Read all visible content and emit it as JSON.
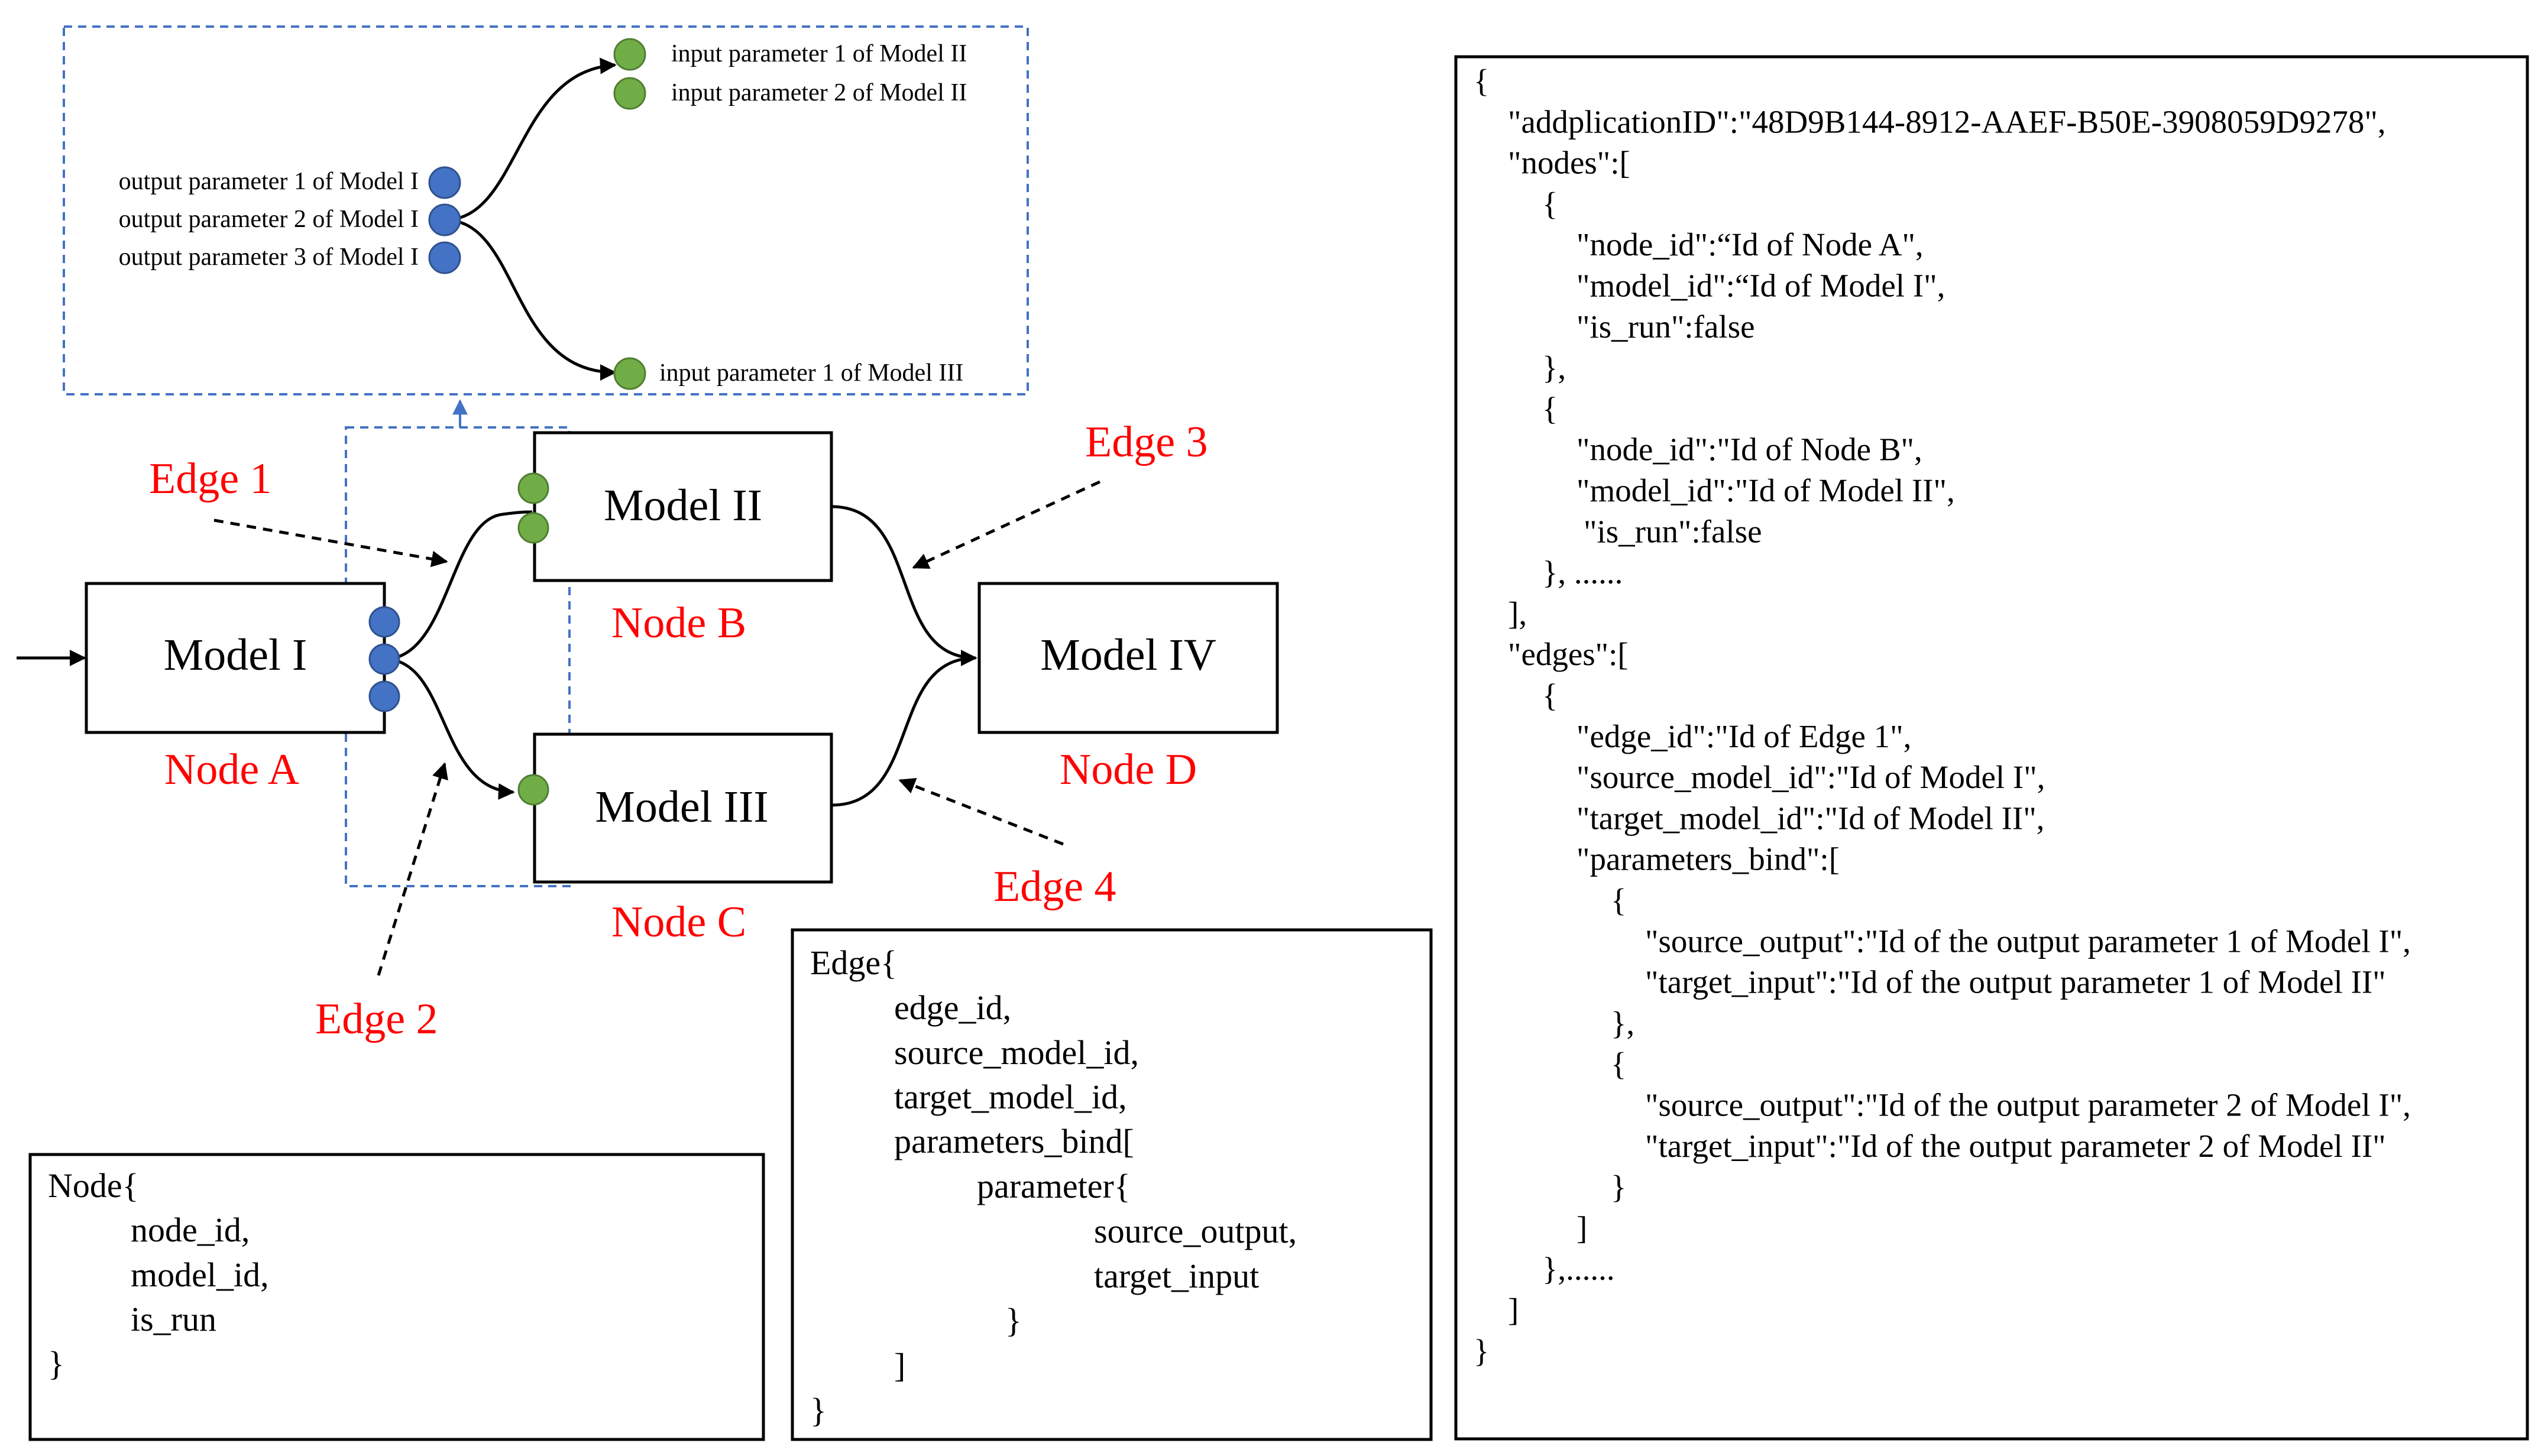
{
  "colors": {
    "label_red": "#ff0000",
    "output_port_blue": "#4472c4",
    "input_port_green": "#70ad47",
    "dashed_frame_blue": "#4472c4"
  },
  "models": {
    "model1": "Model I",
    "model2": "Model II",
    "model3": "Model III",
    "model4": "Model IV"
  },
  "nodes": {
    "a": "Node A",
    "b": "Node B",
    "c": "Node C",
    "d": "Node D"
  },
  "edges": {
    "e1": "Edge 1",
    "e2": "Edge 2",
    "e3": "Edge 3",
    "e4": "Edge 4"
  },
  "zoom_panel": {
    "outputs": [
      "output parameter 1 of Model I",
      "output parameter 2 of Model I",
      "output parameter 3 of Model I"
    ],
    "inputs_model2": [
      "input parameter 1 of Model II",
      "input parameter 2 of Model II"
    ],
    "input_model3": "input parameter 1 of Model III"
  },
  "node_struct": [
    "Node{",
    "node_id,",
    "model_id,",
    "is_run",
    "}"
  ],
  "edge_struct": [
    "Edge{",
    "edge_id,",
    "source_model_id,",
    "target_model_id,",
    "parameters_bind[",
    "parameter{",
    "source_output,",
    "target_input",
    "}",
    "]",
    "}"
  ],
  "json_example": [
    "{",
    "\"addplicationID\":\"48D9B144-8912-AAEF-B50E-3908059D9278\",",
    "\"nodes\":[",
    "{",
    "\"node_id\":“Id of Node A\",",
    "\"model_id\":“Id of Model I\",",
    "\"is_run\":false",
    "},",
    "{",
    "\"node_id\":\"Id of Node B\",",
    "\"model_id\":\"Id of Model II\",",
    "\"is_run\":false",
    "}, ......",
    "],",
    "\"edges\":[",
    "{",
    "\"edge_id\":\"Id of Edge 1\",",
    "\"source_model_id\":\"Id of Model I\",",
    "\"target_model_id\":\"Id of Model II\",",
    "\"parameters_bind\":[",
    "{",
    "\"source_output\":\"Id of the output parameter 1 of Model I\",",
    "\"target_input\":\"Id of the output parameter 1 of Model II\"",
    "},",
    "{",
    "\"source_output\":\"Id of the output parameter 2 of Model I\",",
    "\"target_input\":\"Id of the output parameter 2 of Model II\"",
    "}",
    "]",
    "},......",
    "]",
    "}"
  ]
}
